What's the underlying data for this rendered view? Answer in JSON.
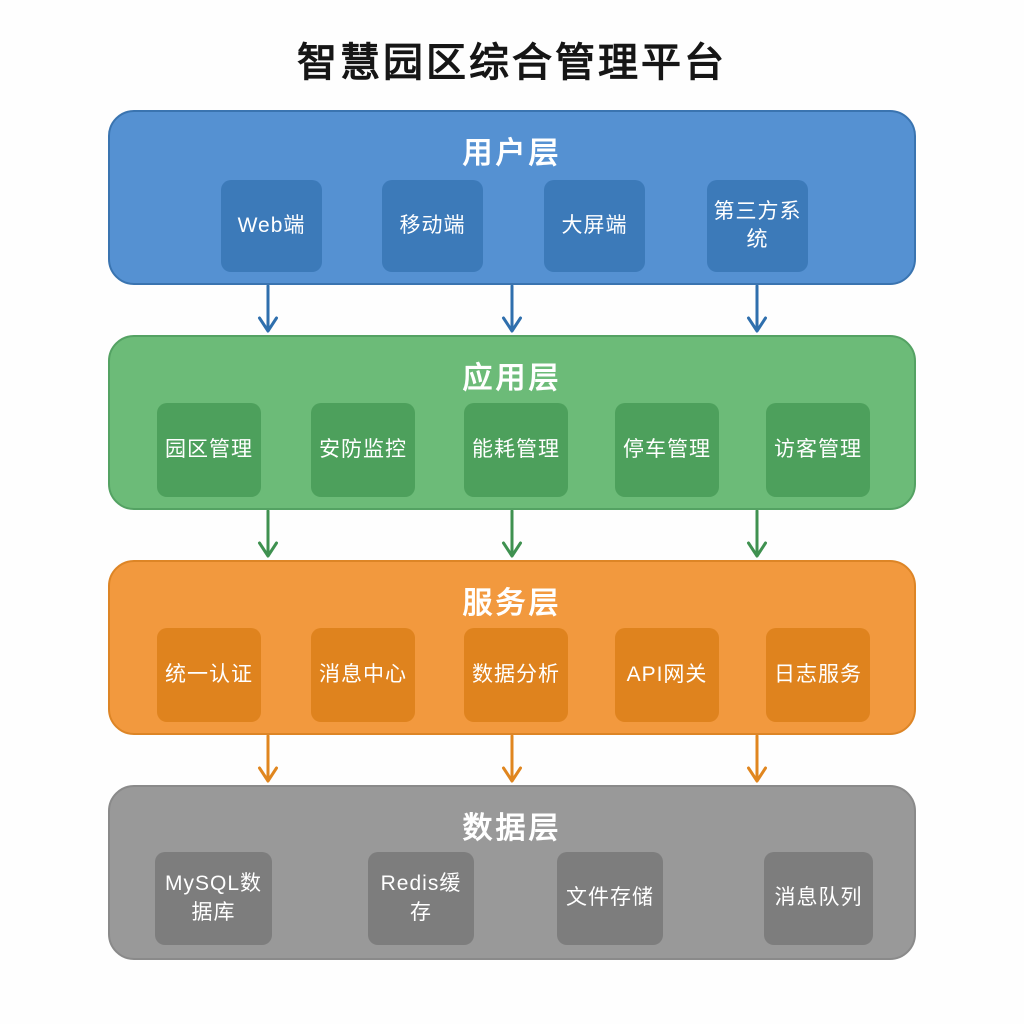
{
  "title": "智慧园区综合管理平台",
  "diagram": {
    "layers": [
      {
        "name": "用户层",
        "panel_color": "#5591d2",
        "box_color": "#3c7ab9",
        "items": [
          "Web端",
          "移动端",
          "大屏端",
          "第三方系统"
        ]
      },
      {
        "name": "应用层",
        "panel_color": "#6cbb78",
        "box_color": "#4da05c",
        "items": [
          "园区管理",
          "安防监控",
          "能耗管理",
          "停车管理",
          "访客管理"
        ]
      },
      {
        "name": "服务层",
        "panel_color": "#f2993e",
        "box_color": "#df831e",
        "items": [
          "统一认证",
          "消息中心",
          "数据分析",
          "API网关",
          "日志服务"
        ]
      },
      {
        "name": "数据层",
        "panel_color": "#999999",
        "box_color": "#7d7d7d",
        "items": [
          "MySQL数据库",
          "Redis缓存",
          "文件存储",
          "消息队列"
        ]
      }
    ],
    "arrow_colors": [
      "#2f6fad",
      "#3f9150",
      "#e0861f"
    ],
    "text_color": "#ffffff",
    "title_color": "#161616"
  }
}
